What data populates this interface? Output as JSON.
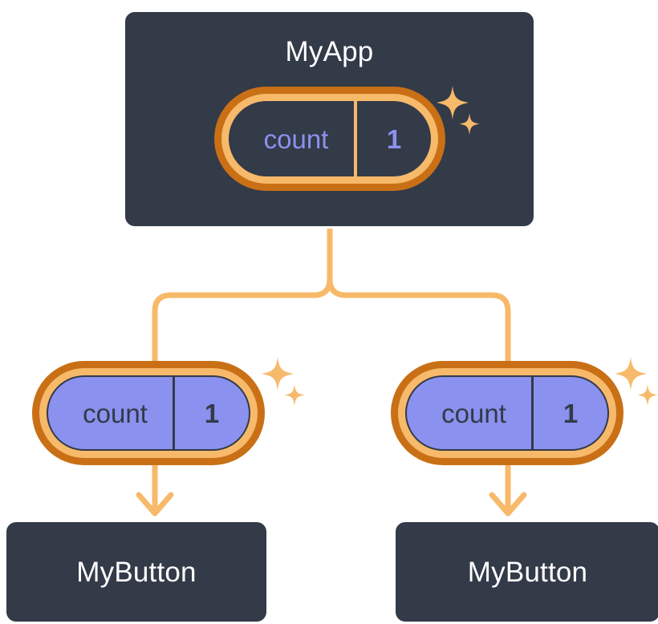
{
  "diagram": {
    "title": "MyApp component tree with count state",
    "background_color": "#ffffff",
    "accent_colors": {
      "box_fill": "#333a48",
      "box_border": "#ffffff",
      "pill_outer_ring": "#c97016",
      "pill_inner_ring": "#f7b96a",
      "state_purple": "#8b91ee",
      "connector": "#f7b96a",
      "sparkle": "#f7b96a"
    }
  },
  "root": {
    "component_name": "MyApp",
    "state": {
      "key": "count",
      "value": "1"
    },
    "sparkle_icon": "sparkles-icon"
  },
  "children": [
    {
      "component_name": "MyButton",
      "state": {
        "key": "count",
        "value": "1"
      },
      "sparkle_icon": "sparkles-icon"
    },
    {
      "component_name": "MyButton",
      "state": {
        "key": "count",
        "value": "1"
      },
      "sparkle_icon": "sparkles-icon"
    }
  ]
}
